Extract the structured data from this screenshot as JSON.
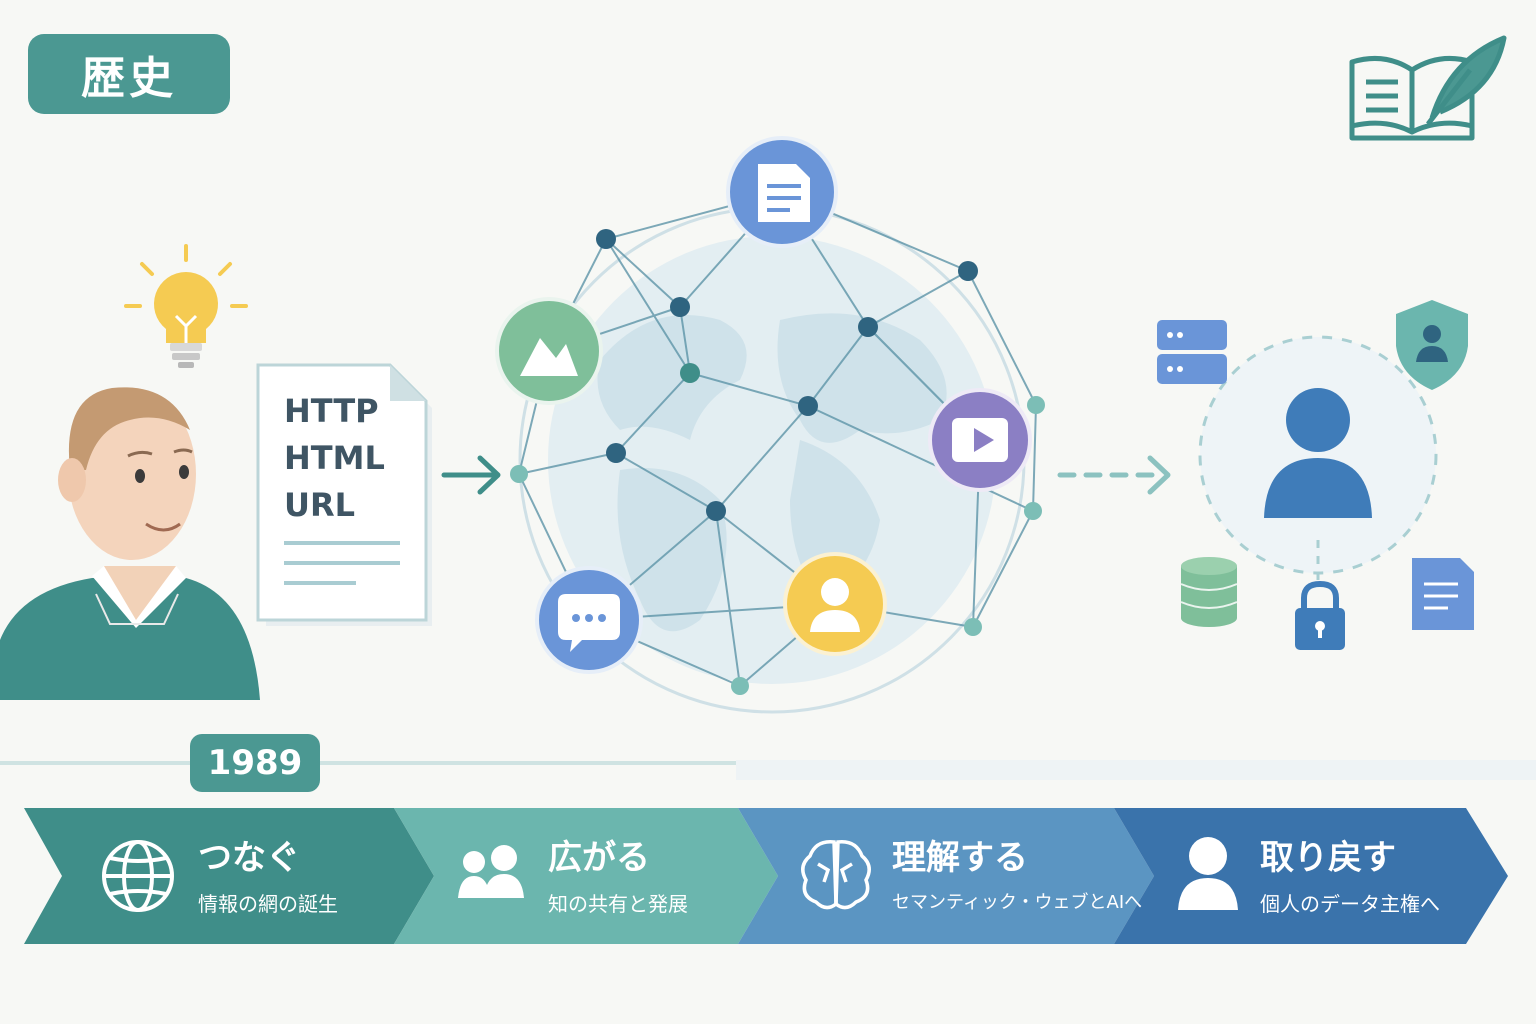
{
  "header": {
    "title": "歴史"
  },
  "document": {
    "lines": [
      "HTTP",
      "HTML",
      "URL"
    ]
  },
  "timeline": {
    "year": "1989"
  },
  "stages": [
    {
      "title": "つなぐ",
      "subtitle": "情報の網の誕生",
      "icon": "globe-icon",
      "color": "#3f8e89"
    },
    {
      "title": "広がる",
      "subtitle": "知の共有と発展",
      "icon": "people-icon",
      "color": "#6bb6ae"
    },
    {
      "title": "理解する",
      "subtitle": "セマンティック・ウェブとAIへ",
      "icon": "brain-icon",
      "color": "#5b95c2"
    },
    {
      "title": "取り戻す",
      "subtitle": "個人のデータ主権へ",
      "icon": "person-icon",
      "color": "#3a73ab"
    }
  ],
  "colors": {
    "teal": "#4b9892",
    "green": "#7fbf9a",
    "blue": "#6a95d8",
    "purple": "#8b7fc4",
    "yellow": "#f5cb52",
    "node": "#2f6480",
    "accent_person": "#3f7cb9"
  },
  "icons": [
    "book-quill-icon",
    "lightbulb-icon",
    "document-icon",
    "chart-icon",
    "video-icon",
    "chat-icon",
    "user-icon",
    "server-icon",
    "shield-user-icon",
    "database-icon",
    "lock-icon",
    "file-icon"
  ]
}
